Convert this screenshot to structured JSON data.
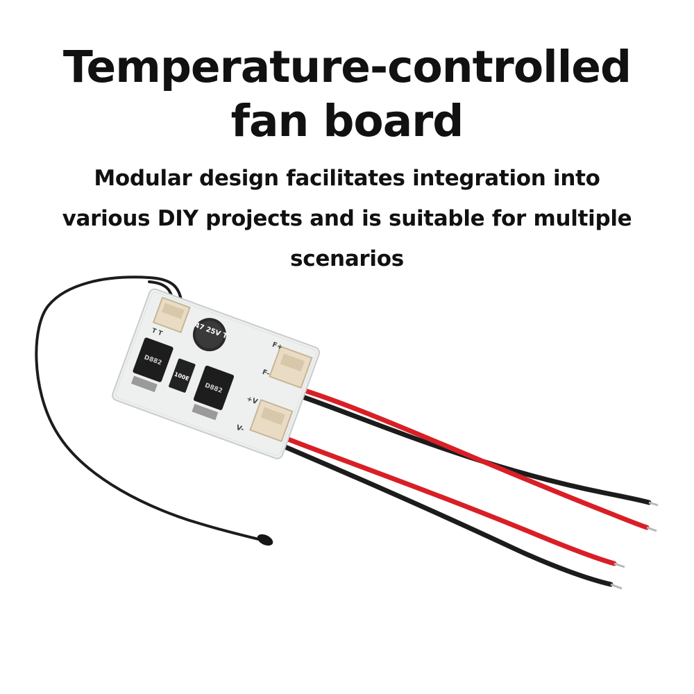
{
  "headline": {
    "line1": "Temperature-controlled",
    "line2": "fan board"
  },
  "subheadline": {
    "line1": "Modular design facilitates integration into",
    "line2": "various DIY projects and is suitable for multiple",
    "line3": "scenarios"
  },
  "board_markings": {
    "capacitor": "47 25V T",
    "resistor": "100E",
    "chip_left": "D882",
    "chip_right": "D882",
    "label_fan_plus": "F+",
    "label_fan_minus": "F-",
    "label_v_plus": "+V",
    "label_v_minus": "V-",
    "label_sensor": "T T"
  },
  "colors": {
    "board": "#eef0f0",
    "wire_red": "#d91f26",
    "wire_black": "#1c1c1c",
    "connector": "#eadcc4",
    "text": "#111111"
  }
}
